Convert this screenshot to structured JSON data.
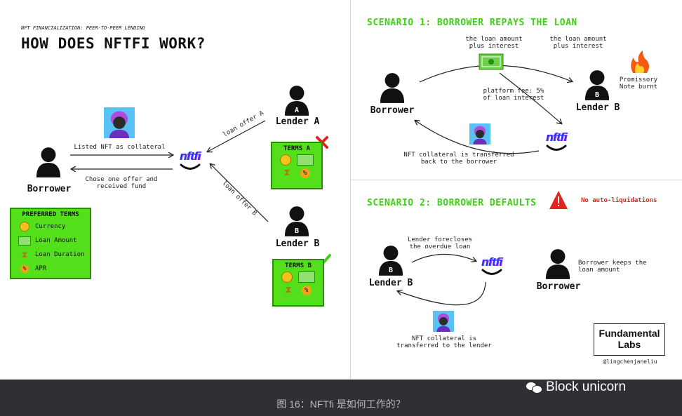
{
  "header": {
    "subtitle": "NFT FINANCIALIZATION: PEER-TO-PEER LENDING",
    "title": "HOW DOES NFTFI WORK?"
  },
  "left": {
    "borrower_label": "Borrower",
    "lender_a_label": "Lender A",
    "lender_b_label": "Lender B",
    "listed_text": "Listed NFT as collateral",
    "chose_text": "Chose one offer and\nreceived fund",
    "offer_a": "loan offer A",
    "offer_b": "loan offer B",
    "logo_text": "nftfi",
    "terms_a_title": "TERMS A",
    "terms_b_title": "TERMS B",
    "preferred_terms": {
      "title": "PREFERRED TERMS",
      "items": [
        {
          "label": "Currency",
          "icon": "coin-icon"
        },
        {
          "label": "Loan Amount",
          "icon": "money-stack-icon"
        },
        {
          "label": "Loan Duration",
          "icon": "hourglass-icon"
        },
        {
          "label": "APR",
          "icon": "percent-icon"
        }
      ]
    }
  },
  "scenario1": {
    "title": "SCENARIO 1: BORROWER REPAYS THE LOAN",
    "borrower_label": "Borrower",
    "lender_label": "Lender B",
    "repay_text_left": "the loan amount\nplus interest",
    "repay_text_right": "the loan amount\nplus interest",
    "fee_text": "platform fee: 5%\nof loan interest",
    "promissory_text": "Promissory\nNote burnt",
    "transfer_text": "NFT collateral is transferred\nback to the borrower",
    "logo_text": "nftfi"
  },
  "scenario2": {
    "title": "SCENARIO 2: BORROWER DEFAULTS",
    "no_liquidation": "No auto-liquidations",
    "lender_label": "Lender B",
    "borrower_label": "Borrower",
    "forecloses_text": "Lender forecloses\nthe overdue loan",
    "keeps_text": "Borrower keeps the\nloan amount",
    "transfer_text": "NFT collateral is\ntransferred to the lender",
    "logo_text": "nftfi"
  },
  "brand": {
    "name_line1": "Fundamental",
    "name_line2": "Labs",
    "handle": "@lingchenjaneliu"
  },
  "caption": {
    "text": "图 16：NFTfi 是如何工作的？",
    "watermark": "Block unicorn"
  },
  "colors": {
    "green": "#53e01a",
    "title_green": "#3fd116",
    "nftfi_blue": "#1a3bff",
    "red": "#e0241b"
  }
}
